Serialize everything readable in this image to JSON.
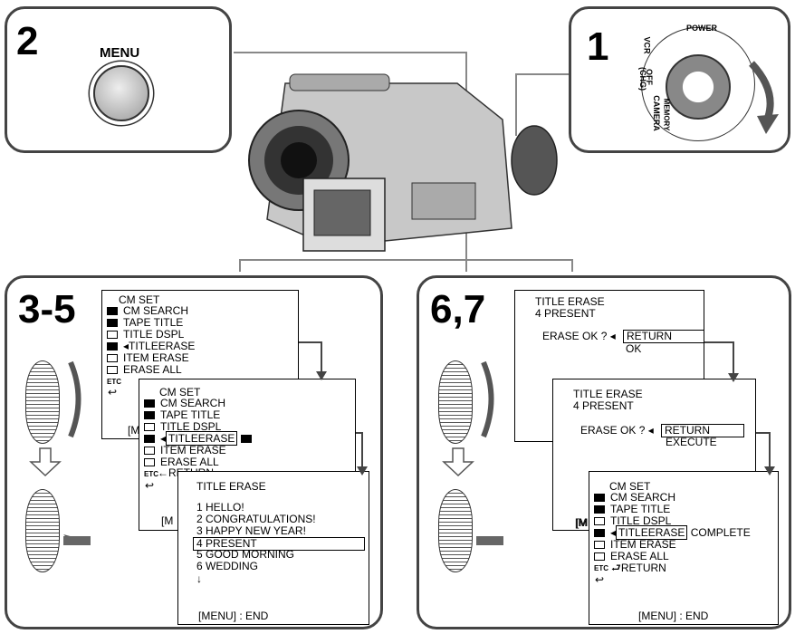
{
  "steps": {
    "s1": "1",
    "s2": "2",
    "s35": "3-5",
    "s67": "6,7"
  },
  "menu_button_label": "MENU",
  "power_switch": {
    "power": "POWER",
    "vcr": "VCR",
    "off": "OFF",
    "chg": "(CHG)",
    "camera": "CAMERA",
    "memory": "MEMORY"
  },
  "screenA": {
    "title": "CM SET",
    "items": [
      "CM SEARCH",
      "TAPE TITLE",
      "TITLE DSPL",
      "TITLEERASE",
      "ITEM ERASE",
      "ERASE ALL"
    ],
    "etc": "ETC"
  },
  "screenB": {
    "title": "CM SET",
    "items": [
      "CM SEARCH",
      "TAPE TITLE",
      "TITLE DSPL",
      "TITLEERASE",
      "ITEM ERASE",
      "ERASE ALL"
    ],
    "return_partial": "RETURN",
    "menu_partial": "[M"
  },
  "screenC": {
    "title": "TITLE ERASE",
    "titles": [
      "1  HELLO!",
      "2  CONGRATULATIONS!",
      "3  HAPPY NEW YEAR!",
      "4  PRESENT",
      "5  GOOD MORNING",
      "6  WEDDING"
    ],
    "footer": "[MENU] : END"
  },
  "screenD": {
    "title": "TITLE ERASE",
    "subtitle": "4 PRESENT",
    "question": "ERASE OK ?",
    "opt1": "RETURN",
    "opt2": "OK",
    "menu_partial": "[M"
  },
  "screenE": {
    "title": "TITLE ERASE",
    "subtitle": "4 PRESENT",
    "question": "ERASE OK ?",
    "opt1": "RETURN",
    "opt2": "EXECUTE",
    "menu_partial": "[M"
  },
  "screenF": {
    "title": "CM SET",
    "items": [
      "CM SEARCH",
      "TAPE TITLE",
      "TITLE DSPL",
      "TITLEERASE",
      "ITEM ERASE",
      "ERASE ALL"
    ],
    "complete": "COMPLETE",
    "etc": "ETC",
    "return": "RETURN",
    "footer": "[MENU] : END"
  }
}
